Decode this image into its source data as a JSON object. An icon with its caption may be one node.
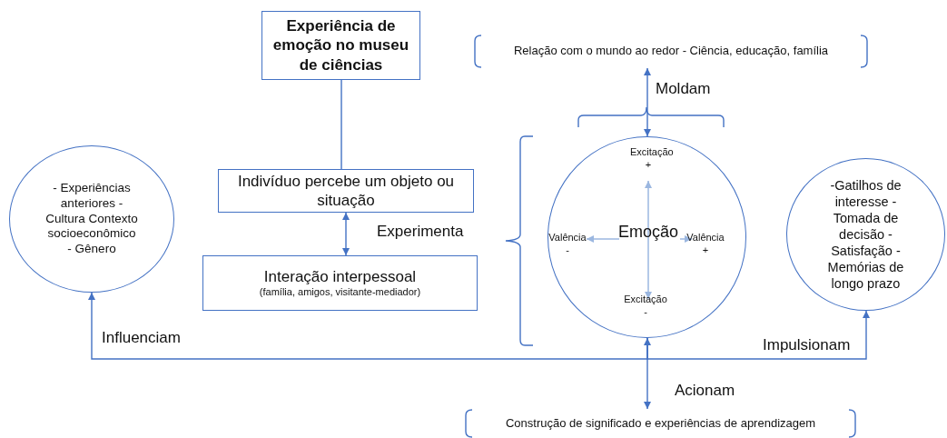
{
  "diagram": {
    "nodes": [
      {
        "text": [
          "Experiência de emoção no museu de ciências"
        ]
      },
      {
        "text": [
          "Indivíduo percebe um objeto ou situação"
        ]
      },
      {
        "text": [
          "Interação interpessoal",
          "(família, amigos, visitante-mediador)"
        ]
      },
      {
        "text": [
          "- Experiências anteriores - Cultura Contexto socioeconômico - Gênero"
        ]
      },
      {
        "text": [
          "Relação com o mundo ao redor - Ciência, educação, família"
        ]
      },
      {
        "text": [
          "Excitação +",
          "Valência -",
          "Emoção",
          "Valência +",
          "Excitação -"
        ]
      },
      {
        "text": [
          "-Gatilhos de interesse -Tomada de decisão -Satisfação -Memórias de longo prazo"
        ]
      },
      {
        "text": [
          "Construção de significado e experiências de aprendizagem"
        ]
      }
    ],
    "edges": [
      {
        "from": 0,
        "to": 1,
        "arrow": "none"
      },
      {
        "from": 1,
        "to": 2,
        "arrow": "both"
      },
      {
        "from": 4,
        "to": 5,
        "arrow": "both",
        "label": "Moldam"
      },
      {
        "from": 5,
        "to": 7,
        "arrow": "both",
        "label": "Acionam"
      },
      {
        "from": 5,
        "to": 3,
        "arrow": "to",
        "label": "Influenciam"
      },
      {
        "from": 5,
        "to": 6,
        "arrow": "to",
        "label": "Impulsionam"
      }
    ],
    "labels": [
      "Experimenta"
    ]
  }
}
